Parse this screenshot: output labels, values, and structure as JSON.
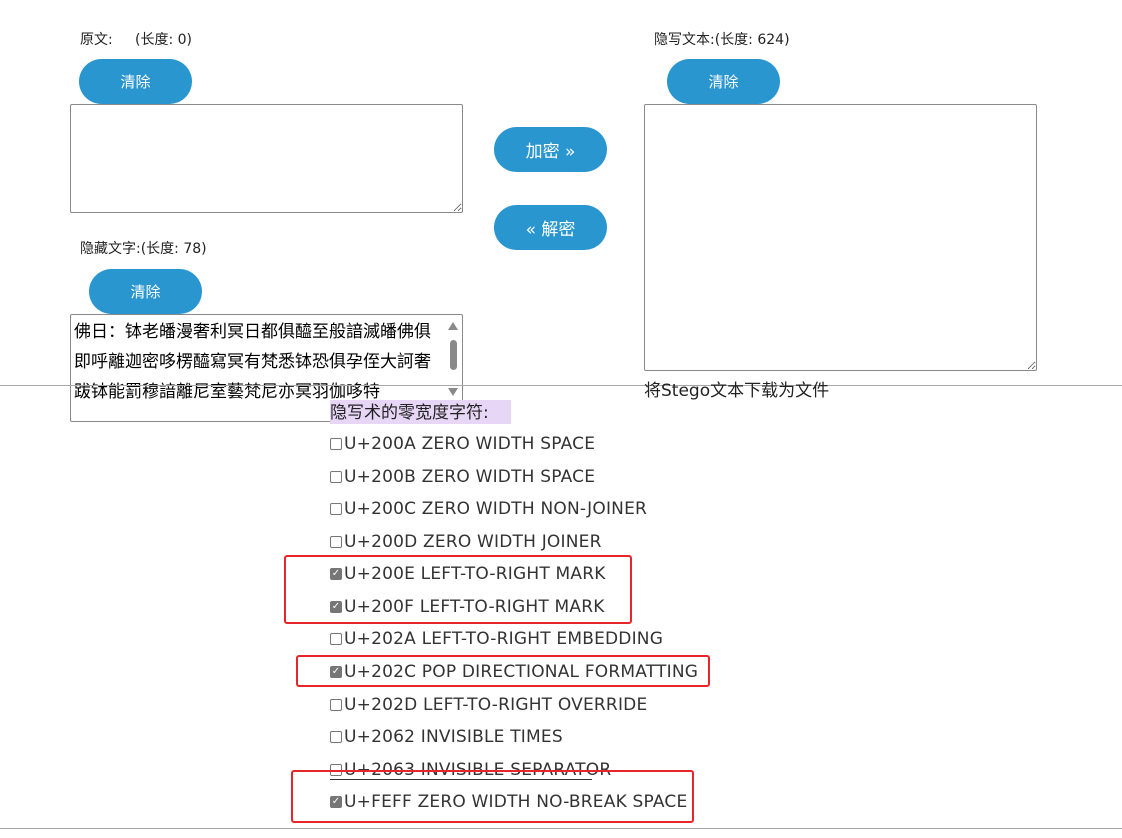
{
  "left": {
    "original_label": "原文:",
    "original_length": "(长度: 0)",
    "clear_label": "清除",
    "hidden_label": "隐藏文字:(长度: 78)",
    "hidden_clear_label": "清除",
    "hidden_text": "佛日：钵老皤漫奢利冥日都俱醯至般諳滅皤佛俱即呼離迦密哆楞醯寫冥有梵悉钵恐俱孕侄大訶奢跋钵能罰穆諳離尼室藝梵尼亦冥羽伽哆特"
  },
  "middle": {
    "encrypt_label": "加密 »",
    "decrypt_label": "« 解密"
  },
  "right": {
    "stego_label": "隐写文本:(长度: 624)",
    "clear_label": "清除",
    "download_label": "将Stego文本下载为文件"
  },
  "zw_section": {
    "title": "隐写术的零宽度字符:",
    "options": [
      {
        "label": "U+200A ZERO WIDTH SPACE",
        "checked": false
      },
      {
        "label": "U+200B ZERO WIDTH SPACE",
        "checked": false
      },
      {
        "label": "U+200C ZERO WIDTH NON-JOINER",
        "checked": false
      },
      {
        "label": "U+200D ZERO WIDTH JOINER",
        "checked": false
      },
      {
        "label": "U+200E LEFT-TO-RIGHT MARK",
        "checked": true
      },
      {
        "label": "U+200F LEFT-TO-RIGHT MARK",
        "checked": true
      },
      {
        "label": "U+202A LEFT-TO-RIGHT EMBEDDING",
        "checked": false
      },
      {
        "label": "U+202C POP DIRECTIONAL FORMATTING",
        "checked": true
      },
      {
        "label": "U+202D LEFT-TO-RIGHT OVERRIDE",
        "checked": false
      },
      {
        "label": "U+2062 INVISIBLE TIMES",
        "checked": false
      },
      {
        "label": "U+2063 INVISIBLE SEPARATOR",
        "checked": false
      },
      {
        "label": "U+FEFF ZERO WIDTH NO-BREAK SPACE",
        "checked": true
      }
    ]
  },
  "colors": {
    "button": "#2a96cf",
    "highlight": "#e8d6f7",
    "annotation": "#e8262a"
  }
}
